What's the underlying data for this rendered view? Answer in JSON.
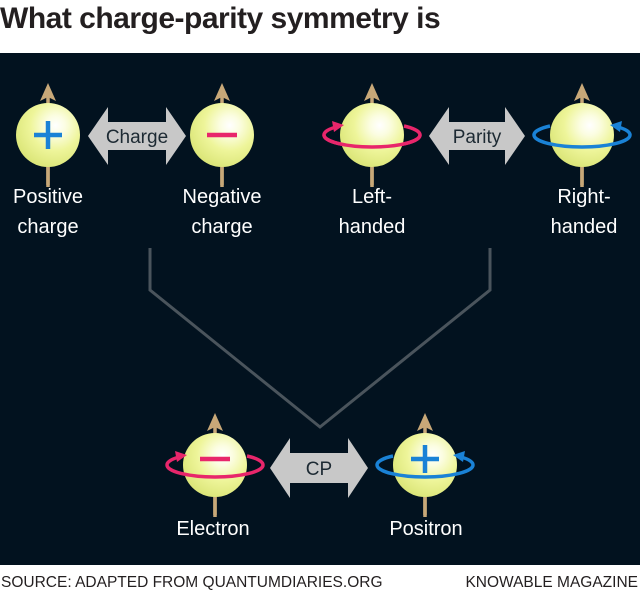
{
  "title": "What charge-parity symmetry is",
  "diagram": {
    "top_left_pair": {
      "arrow_label": "Charge",
      "left": {
        "label_line1": "Positive",
        "label_line2": "charge",
        "sign": "+"
      },
      "right": {
        "label_line1": "Negative",
        "label_line2": "charge",
        "sign": "−"
      }
    },
    "top_right_pair": {
      "arrow_label": "Parity",
      "left": {
        "label_line1": "Left-",
        "label_line2": "handed",
        "spin": "left"
      },
      "right": {
        "label_line1": "Right-",
        "label_line2": "handed",
        "spin": "right"
      }
    },
    "bottom_pair": {
      "arrow_label": "CP",
      "left": {
        "label": "Electron",
        "sign": "−",
        "spin": "left"
      },
      "right": {
        "label": "Positron",
        "sign": "+",
        "spin": "right"
      }
    }
  },
  "colors": {
    "panel_bg": "#02121f",
    "sphere": "#eef59a",
    "spin_axis": "#c8a878",
    "positive": "#1a82d6",
    "negative": "#e8266b",
    "double_arrow": "#c8c8c8",
    "connector": "#4a545c"
  },
  "footer": {
    "source": "SOURCE: ADAPTED FROM QUANTUMDIARIES.ORG",
    "credit": "KNOWABLE MAGAZINE"
  }
}
